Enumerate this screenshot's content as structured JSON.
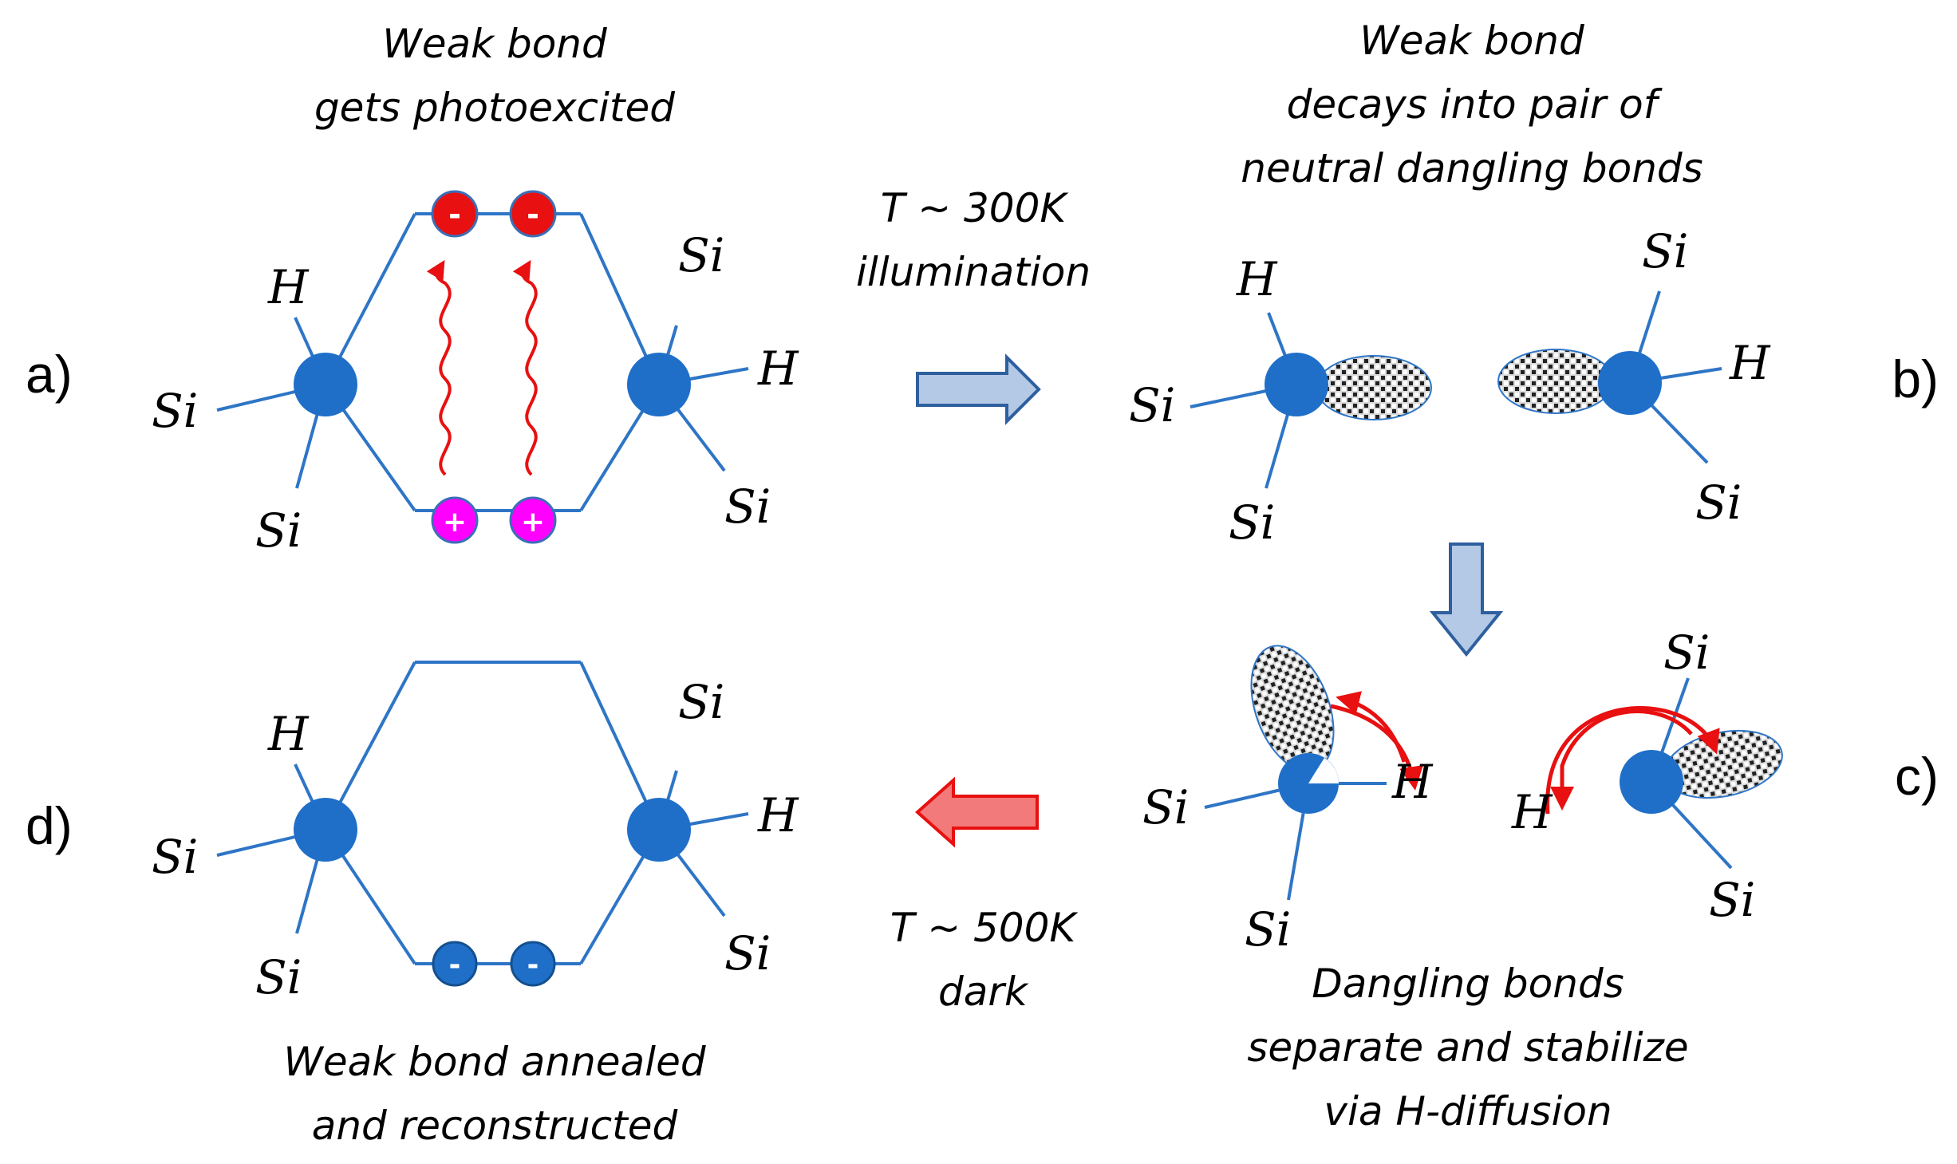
{
  "panels": {
    "a": {
      "label": "a)",
      "caption": [
        "Weak bond",
        "gets photoexcited"
      ],
      "charges": [
        "-",
        "-",
        "+",
        "+"
      ]
    },
    "b": {
      "label": "b)",
      "caption": [
        "Weak bond",
        "decays into pair of",
        "neutral dangling bonds"
      ]
    },
    "c": {
      "label": "c)",
      "caption": [
        "Dangling bonds",
        "separate and stabilize",
        "via H-diffusion"
      ]
    },
    "d": {
      "label": "d)",
      "caption": [
        "Weak bond annealed",
        "and reconstructed"
      ],
      "charges": [
        "-",
        "-"
      ]
    }
  },
  "arrows": {
    "forward": [
      "T ~ 300K",
      "illumination"
    ],
    "reverse": [
      "T ~ 500K",
      "dark"
    ]
  },
  "atoms": {
    "si": "Si",
    "h": "H"
  },
  "colors": {
    "bond": "#2e75c6",
    "atom": "#1f6fc9",
    "electron": "#e81010",
    "hole": "#ff00ff",
    "forward_text": "#3d8bd9",
    "reverse_text": "#ff0000",
    "block_arrow_blue": "#b4c9e6",
    "block_arrow_red": "#f27a7a"
  }
}
